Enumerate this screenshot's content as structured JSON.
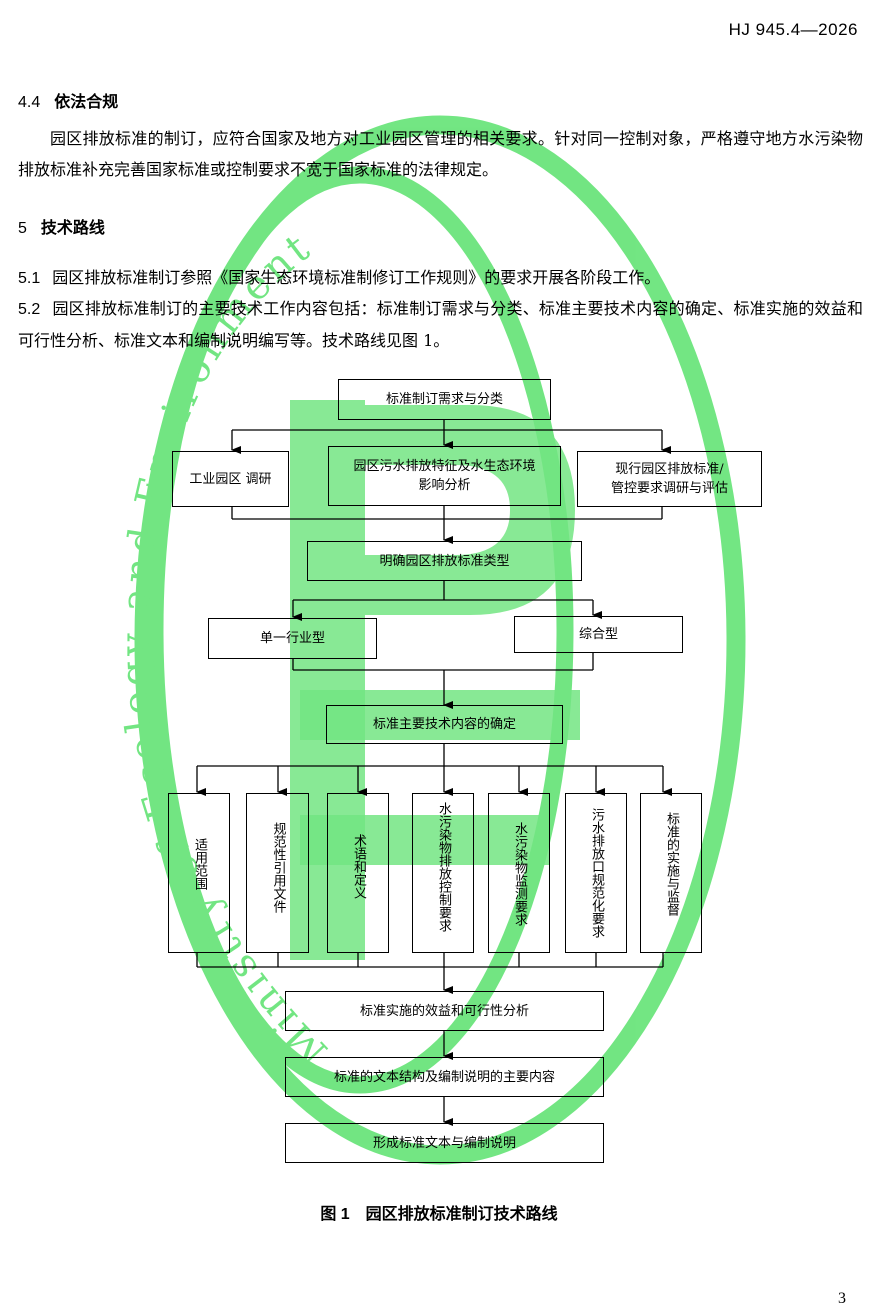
{
  "header": {
    "doc_code": "HJ 945.4—2026"
  },
  "section_4_4": {
    "number": "4.4",
    "title": "依法合规",
    "paragraph": "园区排放标准的制订，应符合国家及地方对工业园区管理的相关要求。针对同一控制对象，严格遵守地方水污染物排放标准补充完善国家标准或控制要求不宽于国家标准的法律规定。"
  },
  "section_5": {
    "number": "5",
    "title": "技术路线"
  },
  "clause_5_1": {
    "number": "5.1",
    "text": "园区排放标准制订参照《国家生态环境标准制修订工作规则》的要求开展各阶段工作。"
  },
  "clause_5_2": {
    "number": "5.2",
    "text": "园区排放标准制订的主要技术工作内容包括：标准制订需求与分类、标准主要技术内容的确定、标准实施的效益和可行性分析、标准文本和编制说明编写等。技术路线见图 1。"
  },
  "flowchart": {
    "step1": "标准制订需求与分类",
    "branch_left": "工业园区 调研",
    "branch_mid_line1": "园区污水排放特征及水生态环境",
    "branch_mid_line2": "影响分析",
    "branch_right_line1": "现行园区排放标准/",
    "branch_right_line2": "管控要求调研与评估",
    "step2": "明确园区排放标准类型",
    "type_single": "单一行业型",
    "type_comprehensive": "综合型",
    "step3": "标准主要技术内容的确定",
    "contents": [
      "适用范围",
      "规范性引用文件",
      "术语和定义",
      "水污染物排放控制要求",
      "水污染物监测要求",
      "污水排放口规范化要求",
      "标准的实施与监督"
    ],
    "step4": "标准实施的效益和可行性分析",
    "step5": "标准的文本结构及编制说明的主要内容",
    "step6": "形成标准文本与编制说明"
  },
  "figure": {
    "number": "图 1",
    "caption": "园区排放标准制订技术路线"
  },
  "watermark": {
    "text": "Ministry of Ecology and Environment",
    "color": "#3ddc53"
  },
  "footer": {
    "page_number": "3"
  }
}
